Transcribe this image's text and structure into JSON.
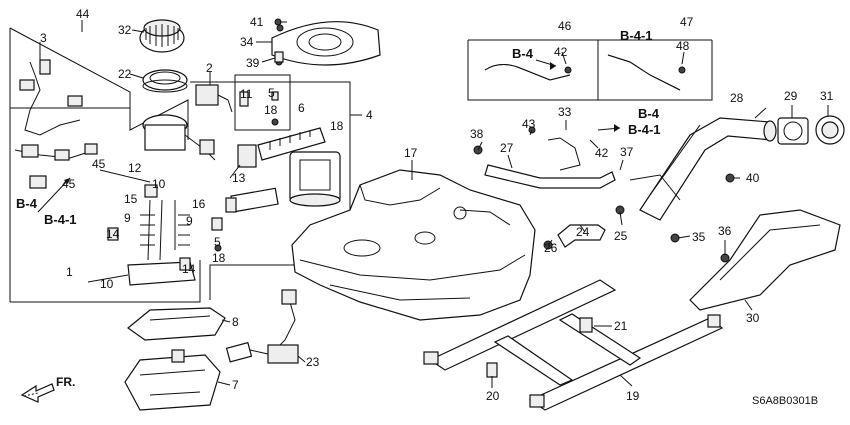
{
  "callouts": [
    {
      "id": "c44",
      "text": "44"
    },
    {
      "id": "c3",
      "text": "3"
    },
    {
      "id": "c22",
      "text": "22"
    },
    {
      "id": "c32",
      "text": "32"
    },
    {
      "id": "c2",
      "text": "2"
    },
    {
      "id": "c41",
      "text": "41"
    },
    {
      "id": "c34",
      "text": "34"
    },
    {
      "id": "c39",
      "text": "39"
    },
    {
      "id": "c11",
      "text": "11"
    },
    {
      "id": "c5a",
      "text": "5"
    },
    {
      "id": "c18a",
      "text": "18"
    },
    {
      "id": "c4",
      "text": "4"
    },
    {
      "id": "c6",
      "text": "6"
    },
    {
      "id": "c18b",
      "text": "18"
    },
    {
      "id": "c12",
      "text": "12"
    },
    {
      "id": "c10a",
      "text": "10"
    },
    {
      "id": "c13",
      "text": "13"
    },
    {
      "id": "c45a",
      "text": "45"
    },
    {
      "id": "c45b",
      "text": "45"
    },
    {
      "id": "c15",
      "text": "15"
    },
    {
      "id": "c16",
      "text": "16"
    },
    {
      "id": "c9a",
      "text": "9"
    },
    {
      "id": "c9b",
      "text": "9"
    },
    {
      "id": "c14a",
      "text": "14"
    },
    {
      "id": "c14b",
      "text": "14"
    },
    {
      "id": "c5b",
      "text": "5"
    },
    {
      "id": "c18c",
      "text": "18"
    },
    {
      "id": "c1",
      "text": "1"
    },
    {
      "id": "c10b",
      "text": "10"
    },
    {
      "id": "c8",
      "text": "8"
    },
    {
      "id": "c7",
      "text": "7"
    },
    {
      "id": "c23",
      "text": "23"
    },
    {
      "id": "c17",
      "text": "17"
    },
    {
      "id": "c38",
      "text": "38"
    },
    {
      "id": "c27",
      "text": "27"
    },
    {
      "id": "c43",
      "text": "43"
    },
    {
      "id": "c33",
      "text": "33"
    },
    {
      "id": "c42a",
      "text": "42"
    },
    {
      "id": "c46",
      "text": "46"
    },
    {
      "id": "c42b",
      "text": "42"
    },
    {
      "id": "c47",
      "text": "47"
    },
    {
      "id": "c48",
      "text": "48"
    },
    {
      "id": "c28",
      "text": "28"
    },
    {
      "id": "c29",
      "text": "29"
    },
    {
      "id": "c31",
      "text": "31"
    },
    {
      "id": "c37",
      "text": "37"
    },
    {
      "id": "c40",
      "text": "40"
    },
    {
      "id": "c26",
      "text": "26"
    },
    {
      "id": "c24",
      "text": "24"
    },
    {
      "id": "c25",
      "text": "25"
    },
    {
      "id": "c35",
      "text": "35"
    },
    {
      "id": "c36",
      "text": "36"
    },
    {
      "id": "c30",
      "text": "30"
    },
    {
      "id": "c21",
      "text": "21"
    },
    {
      "id": "c20",
      "text": "20"
    },
    {
      "id": "c19",
      "text": "19"
    }
  ],
  "refs": [
    {
      "id": "r1",
      "text": "B-4"
    },
    {
      "id": "r2",
      "text": "B-4-1"
    },
    {
      "id": "r3",
      "text": "B-4"
    },
    {
      "id": "r4",
      "text": "B-4-1"
    },
    {
      "id": "r5",
      "text": "B-4"
    },
    {
      "id": "r6",
      "text": "B-4-1"
    }
  ],
  "front_label": "FR.",
  "diagram_code": "S6A8B0301B"
}
